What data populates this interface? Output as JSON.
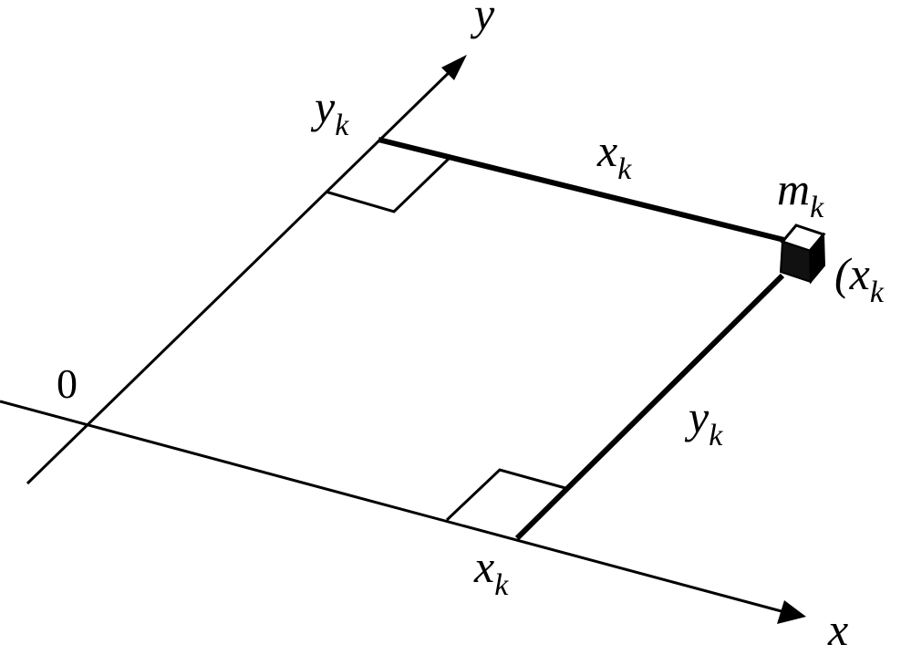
{
  "labels": {
    "y_axis": "y",
    "x_axis": "x",
    "origin": "0",
    "y_tick": {
      "base": "y",
      "sub": "k"
    },
    "x_tick": {
      "base": "x",
      "sub": "k"
    },
    "top_edge": {
      "base": "x",
      "sub": "k"
    },
    "right_edge": {
      "base": "y",
      "sub": "k"
    },
    "mass": {
      "base": "m",
      "sub": "k"
    },
    "coord": {
      "base": "(x",
      "sub": "k"
    }
  }
}
